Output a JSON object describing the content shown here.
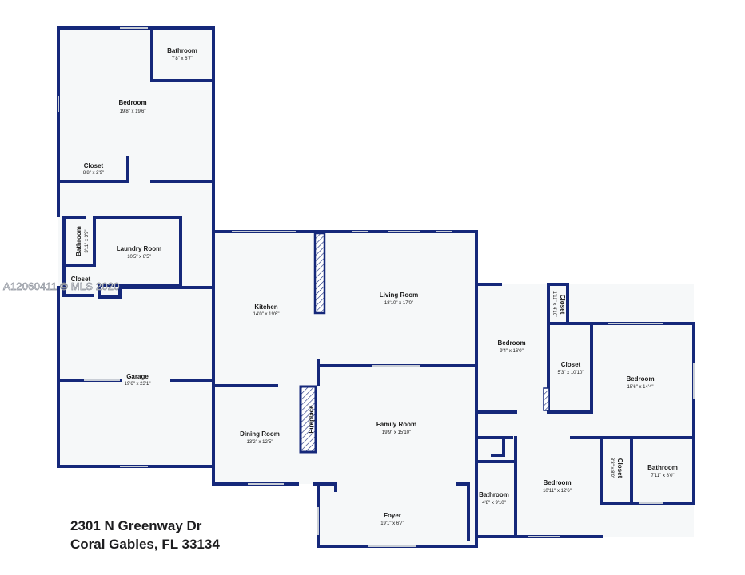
{
  "address": {
    "line1": "2301 N Greenway Dr",
    "line2": "Coral Gables, FL 33134"
  },
  "watermark": "A12060411 © MLS 2020",
  "colors": {
    "wall": "#15287a",
    "floor": "#f6f8f9",
    "hatch": "#15287a"
  },
  "rooms": {
    "bathroom_top": {
      "name": "Bathroom",
      "dim": "7'8\" x 6'7\""
    },
    "bedroom_top": {
      "name": "Bedroom",
      "dim": "19'8\" x 19'6\""
    },
    "closet_top": {
      "name": "Closet",
      "dim": "8'8\" x 2'9\""
    },
    "bathroom_small": {
      "name": "Bathroom",
      "dim": "3'11\" x 3'9\""
    },
    "laundry": {
      "name": "Laundry Room",
      "dim": "10'5\" x 8'5\""
    },
    "closet_laundry": {
      "name": "Closet"
    },
    "garage": {
      "name": "Garage",
      "dim": "19'6\" x 23'1\""
    },
    "kitchen": {
      "name": "Kitchen",
      "dim": "14'0\" x 19'6\""
    },
    "living": {
      "name": "Living Room",
      "dim": "18'10\" x 17'0\""
    },
    "dining": {
      "name": "Dining Room",
      "dim": "13'2\" x 12'5\""
    },
    "fireplace": {
      "name": "Fireplace"
    },
    "family": {
      "name": "Family Room",
      "dim": "19'9\" x 15'10\""
    },
    "foyer": {
      "name": "Foyer",
      "dim": "19'1\" x 6'7\""
    },
    "bedroom_mid": {
      "name": "Bedroom",
      "dim": "9'4\" x 16'0\""
    },
    "closet_narrow": {
      "name": "Closet",
      "dim": "1'11\" x 4'10\""
    },
    "closet_mid": {
      "name": "Closet",
      "dim": "5'3\" x 10'10\""
    },
    "bedroom_right": {
      "name": "Bedroom",
      "dim": "15'6\" x 14'4\""
    },
    "bathroom_hall": {
      "name": "Bathroom",
      "dim": "4'8\" x 9'10\""
    },
    "bedroom_bottom": {
      "name": "Bedroom",
      "dim": "10'11\" x 12'6\""
    },
    "closet_bottom": {
      "name": "Closet",
      "dim": "3'3\" x 8'0\""
    },
    "bathroom_right": {
      "name": "Bathroom",
      "dim": "7'11\" x 8'0\""
    }
  }
}
